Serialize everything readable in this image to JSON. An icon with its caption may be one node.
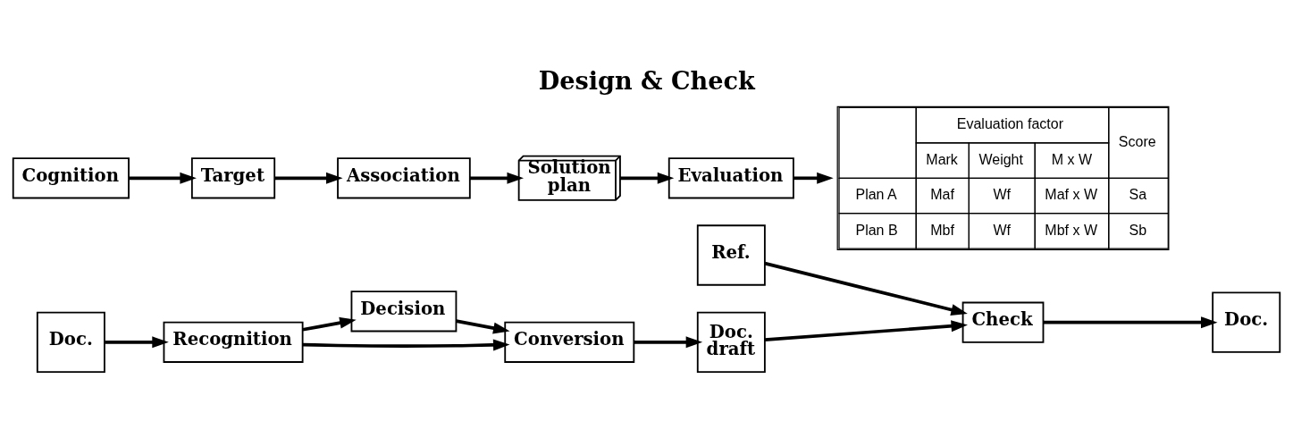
{
  "diagram": {
    "title": "Design & Check",
    "nodes": [
      {
        "text": [
          "Ref."
        ]
      },
      {
        "text": [
          "Doc."
        ]
      },
      {
        "text": [
          "Recognition"
        ]
      },
      {
        "text": [
          "Decision"
        ]
      },
      {
        "text": [
          "Conversion"
        ]
      },
      {
        "text": [
          "Doc. draft"
        ]
      },
      {
        "text": [
          "Check"
        ]
      },
      {
        "text": [
          "Doc."
        ]
      },
      {
        "text": [
          "Cognition"
        ]
      },
      {
        "text": [
          "Target"
        ]
      },
      {
        "text": [
          "Association"
        ]
      },
      {
        "text": [
          "Solution plan"
        ]
      },
      {
        "text": [
          "Evaluation"
        ]
      },
      {
        "text": [
          "Evaluation factor",
          "Score",
          "Mark",
          "Weight",
          "M x W",
          "Plan A",
          "Maf",
          "Wf",
          "Maf x W",
          "Sa",
          "Plan B",
          "Mbf",
          "Wf",
          "Mbf x W",
          "Sb"
        ]
      }
    ],
    "edges": [
      {
        "from": 0,
        "to": 6,
        "arrow": "to"
      },
      {
        "from": 1,
        "to": 2,
        "arrow": "to"
      },
      {
        "from": 2,
        "to": 3,
        "arrow": "to"
      },
      {
        "from": 2,
        "to": 4,
        "arrow": "to"
      },
      {
        "from": 3,
        "to": 4,
        "arrow": "to"
      },
      {
        "from": 4,
        "to": 5,
        "arrow": "to"
      },
      {
        "from": 5,
        "to": 6,
        "arrow": "to"
      },
      {
        "from": 6,
        "to": 7,
        "arrow": "to"
      },
      {
        "from": 8,
        "to": 9,
        "arrow": "to"
      },
      {
        "from": 9,
        "to": 10,
        "arrow": "to"
      },
      {
        "from": 10,
        "to": 11,
        "arrow": "to"
      },
      {
        "from": 11,
        "to": 12,
        "arrow": "to"
      },
      {
        "from": 12,
        "to": 13,
        "arrow": "to"
      }
    ]
  }
}
